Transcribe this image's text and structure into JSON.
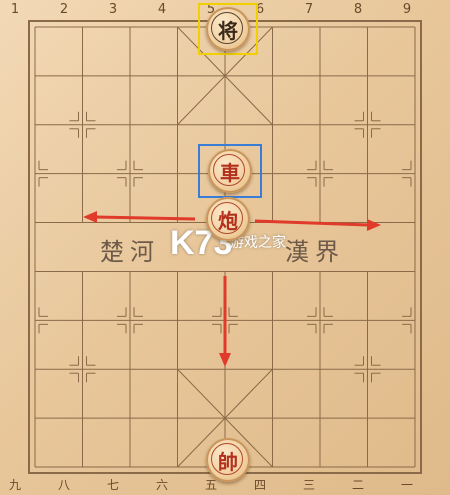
{
  "board": {
    "file_labels_top": [
      "1",
      "2",
      "3",
      "4",
      "5",
      "6",
      "7",
      "8",
      "9"
    ],
    "file_labels_bottom": [
      "九",
      "八",
      "七",
      "六",
      "五",
      "四",
      "三",
      "二",
      "一"
    ],
    "river_left": "楚河",
    "river_right": "漢界",
    "watermark": "K73",
    "watermark_sub": "游戏之家"
  },
  "pieces": [
    {
      "id": "black-general",
      "char": "将",
      "side": "black",
      "file": 5,
      "row": 0
    },
    {
      "id": "red-chariot",
      "char": "車",
      "side": "red",
      "file": 5,
      "row": 3
    },
    {
      "id": "red-cannon",
      "char": "炮",
      "side": "red",
      "file": 5,
      "row": 4
    },
    {
      "id": "red-general",
      "char": "帥",
      "side": "red",
      "file": 5,
      "row": 9
    }
  ],
  "highlights": [
    {
      "id": "general-highlight",
      "piece": "black-general",
      "color": "#f0d000"
    },
    {
      "id": "chariot-highlight",
      "piece": "red-chariot",
      "color": "#3a7dd6"
    }
  ],
  "arrows": {
    "color": "#e03a2a",
    "count": 3
  }
}
